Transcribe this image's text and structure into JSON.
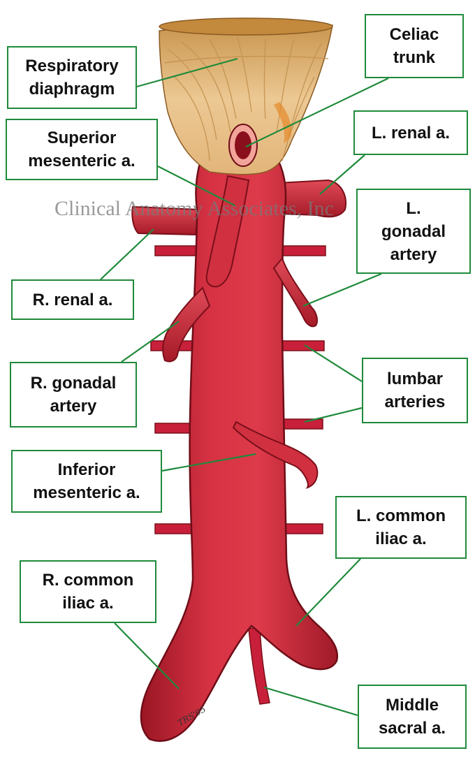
{
  "watermark": "Clinical Anatomy Associates, Inc",
  "signature": "TRS'05",
  "colors": {
    "artery": "#cf2a3c",
    "artery_dark": "#8f1420",
    "artery_light": "#e45a66",
    "diaphragm": "#e7bf86",
    "leader": "#1f8a3a"
  },
  "labels": {
    "respiratory_diaphragm": "Respiratory\ndiaphragm",
    "celiac_trunk": "Celiac\ntrunk",
    "superior_mesenteric": "Superior\nmesenteric a.",
    "l_renal": "L. renal a.",
    "l_gonadal": "L.\ngonadal\nartery",
    "r_renal": "R. renal a.",
    "r_gonadal": "R. gonadal\nartery",
    "lumbar_arteries": "lumbar\narteries",
    "inferior_mesenteric": "Inferior\nmesenteric a.",
    "l_common_iliac": "L. common\niliac a.",
    "r_common_iliac": "R. common\niliac a.",
    "middle_sacral": "Middle\nsacral a."
  }
}
